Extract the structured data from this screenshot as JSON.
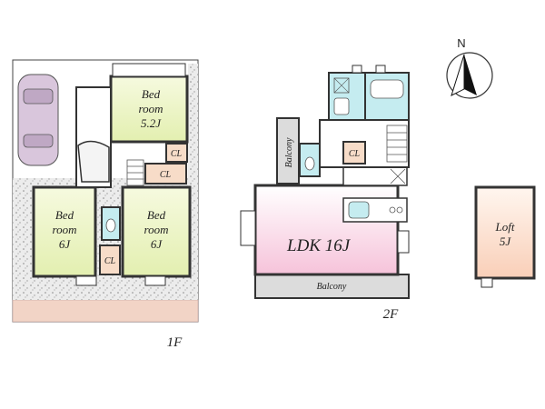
{
  "floor1": {
    "label": "1F",
    "rooms": [
      {
        "name": "Bedroom 5.2J",
        "line1": "Bed",
        "line2": "room",
        "line3": "5.2J"
      },
      {
        "name": "Bedroom 6J left",
        "line1": "Bed",
        "line2": "room",
        "line3": "6J"
      },
      {
        "name": "Bedroom 6J right",
        "line1": "Bed",
        "line2": "room",
        "line3": "6J"
      }
    ],
    "closets": [
      "CL",
      "CL",
      "CL"
    ]
  },
  "floor2": {
    "label": "2F",
    "ldk": "LDK 16J",
    "balcony_bottom": "Balcony",
    "balcony_side": "Balcony",
    "closet": "CL"
  },
  "loft": {
    "line1": "Loft",
    "line2": "5J"
  },
  "compass": {
    "north": "N"
  },
  "colors": {
    "bedroom": "#ecf5c2",
    "ldk_top": "#fbeef4",
    "ldk_bottom": "#f6c6dc",
    "closet": "#f7dcc8",
    "wet": "#c5ecf0",
    "loft": "#fbd9c6",
    "balcony": "#dcdcdc",
    "gravel": "#e6e6e6",
    "parking_strip": "#f2d4c6",
    "car": "#d9c6dc"
  }
}
